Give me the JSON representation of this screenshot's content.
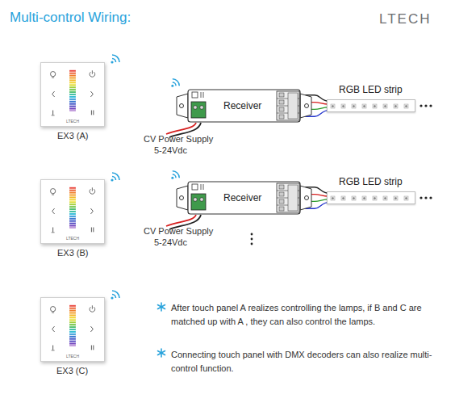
{
  "diagram": {
    "title": "Multi-control Wiring:",
    "nodes": [
      {
        "text": [
          "LTECH",
          "EX3 (A)"
        ]
      },
      {
        "text": [
          "Receiver"
        ]
      },
      {
        "text": [
          "RGB LED strip"
        ]
      },
      {
        "text": [
          "LTECH",
          "EX3 (B)"
        ]
      },
      {
        "text": [
          "Receiver"
        ]
      },
      {
        "text": [
          "RGB LED strip"
        ]
      },
      {
        "text": [
          "LTECH",
          "EX3 (C)"
        ]
      }
    ],
    "edges": [
      {
        "from": 1,
        "to": 2,
        "arrow": "none"
      },
      {
        "from": 4,
        "to": 5,
        "arrow": "none"
      }
    ],
    "labels": [
      "LTECH",
      "CV Power Supply",
      "5-24Vdc",
      "CV Power Supply",
      "5-24Vdc",
      "After touch panel A realizes controlling the lamps, if B and C are matched up with A , they can also control the lamps.",
      "Connecting touch panel with DMX decoders can also realize multi-control function."
    ]
  }
}
